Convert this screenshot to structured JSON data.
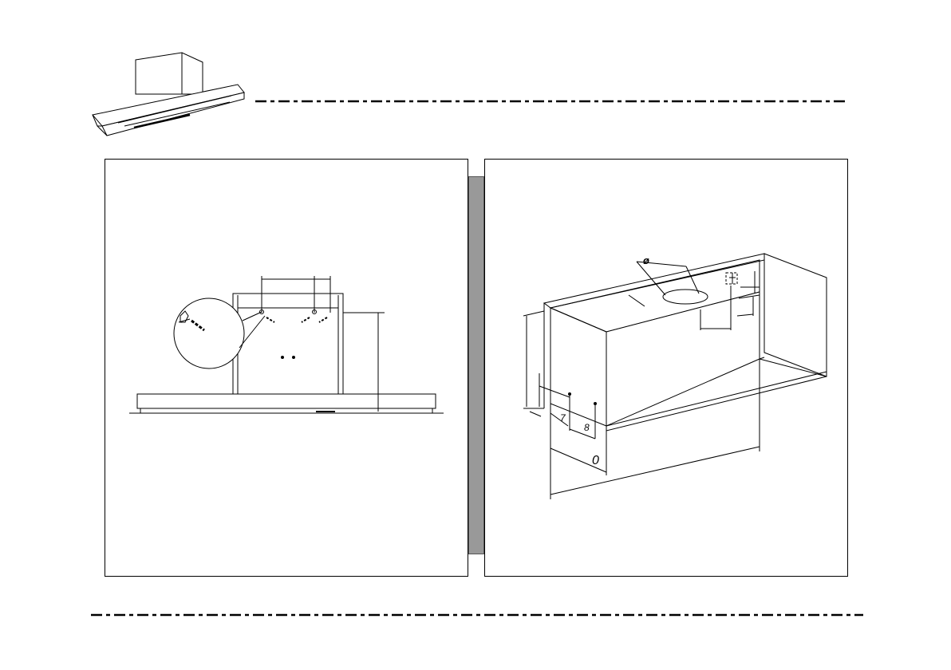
{
  "labels": {
    "diameter": "ø",
    "dim_seven": "7",
    "dim_eight": "8",
    "dim_zero": "0"
  },
  "colors": {
    "line": "#000000",
    "separator": "#999999",
    "background": "#ffffff"
  }
}
